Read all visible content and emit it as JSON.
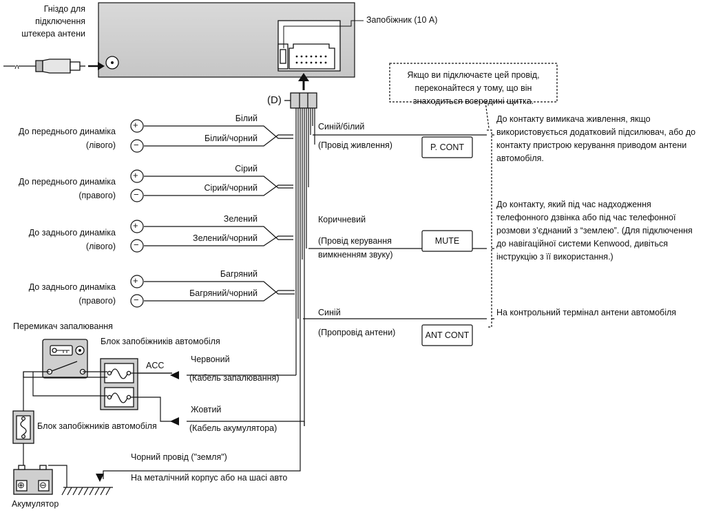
{
  "antenna_socket_label": [
    "Гніздо для",
    "підключення",
    "штекера антени"
  ],
  "fuse_label": "Запобіжник (10 A)",
  "connector_label": "(D)",
  "speakers": [
    {
      "name_lines": [
        "До переднього динаміка",
        "(лівого)"
      ],
      "plus_wire": "Білий",
      "minus_wire": "Білий/чорний"
    },
    {
      "name_lines": [
        "До переднього динаміка",
        "(правого)"
      ],
      "plus_wire": "Сірий",
      "minus_wire": "Сірий/чорний"
    },
    {
      "name_lines": [
        "До заднього динаміка",
        "(лівого)"
      ],
      "plus_wire": "Зелений",
      "minus_wire": "Зелений/чорний"
    },
    {
      "name_lines": [
        "До заднього динаміка",
        "(правого)"
      ],
      "plus_wire": "Багряний",
      "minus_wire": "Багряний/чорний"
    }
  ],
  "note_box": "Якщо ви підключаєте цей провід, переконайтеся у тому, що він знаходиться всередині щитка.",
  "control_wires": [
    {
      "color": "Синій/білий",
      "desc_lines": [
        "(Провід живлення)"
      ],
      "box": "P. CONT",
      "target": "До контакту вимикача живлення, якщо використовується додатковий підсилювач, або до контакту пристрою керування приводом антени автомобіля."
    },
    {
      "color": "Коричневий",
      "desc_lines": [
        "(Провід керування",
        "вимкненням звуку)"
      ],
      "box": "MUTE",
      "target": "До контакту, який під час надходження телефонного дзвінка або під час телефонної розмови з’єднаний з “землею”. (Для підключення до навігаційної системи Kenwood, дивіться інструкцію з її використання.)"
    },
    {
      "color": "Синій",
      "desc_lines": [
        "(Пропровід антени)"
      ],
      "box": "ANT CONT",
      "target": "На контрольний термінал антени автомобіля"
    }
  ],
  "ignition_switch_label": "Перемикач запалювання",
  "fuse_block_label": "Блок запобіжників автомобіля",
  "acc_label": "ACC",
  "red_wire": {
    "color": "Червоний",
    "desc": "(Кабель запалювання)"
  },
  "yellow_wire": {
    "color": "Жовтий",
    "desc": "(Кабель акумулятора)"
  },
  "fuse_block_label_2": "Блок запобіжників автомобіля",
  "ground_wire": {
    "color": "Чорний провід (\"земля\")",
    "desc": "На металічний корпус або на шасі авто"
  },
  "battery_label": "Акумулятор",
  "plus_symbol": "+",
  "minus_symbol": "−",
  "battery_plus": "⊕",
  "battery_minus": "⊖"
}
